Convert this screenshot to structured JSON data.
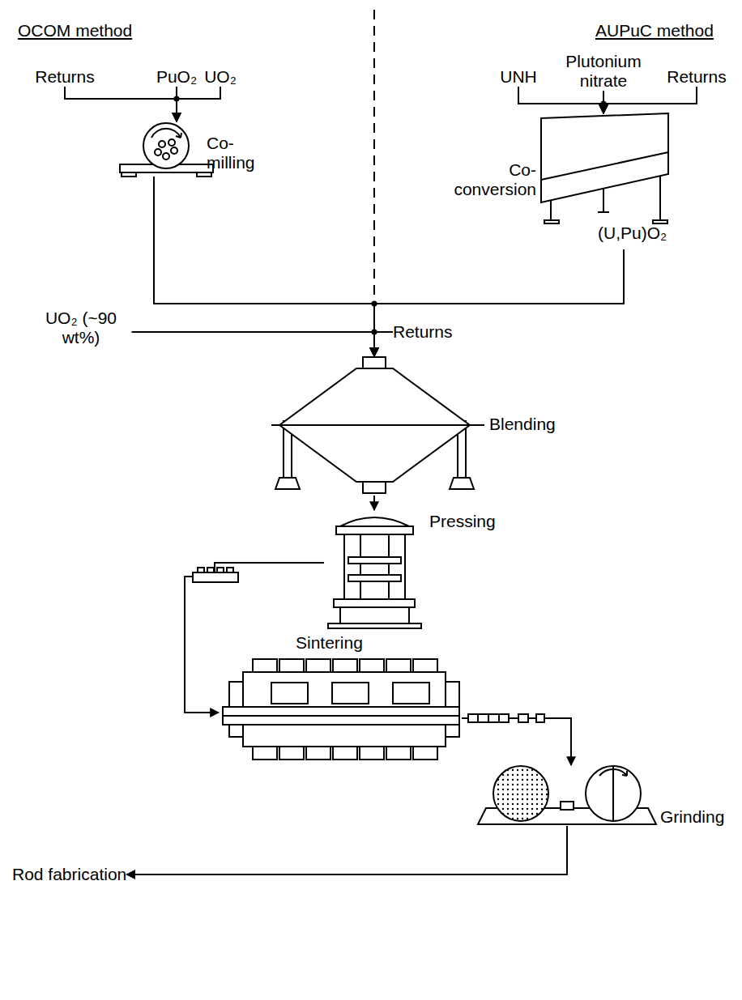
{
  "diagram": {
    "nodes": [
      {
        "text": [
          "Returns"
        ]
      },
      {
        "text": [
          "PuO₂"
        ]
      },
      {
        "text": [
          "UO₂"
        ]
      },
      {
        "text": [
          "Co-milling"
        ]
      },
      {
        "text": [
          "UNH"
        ]
      },
      {
        "text": [
          "Plutonium nitrate"
        ]
      },
      {
        "text": [
          "Returns"
        ]
      },
      {
        "text": [
          "Co-conversion",
          "(U,Pu)O₂"
        ]
      },
      {
        "text": [
          "UO₂ (~90 wt%)"
        ]
      },
      {
        "text": [
          "Returns"
        ]
      },
      {
        "text": [
          "Blending"
        ]
      },
      {
        "text": [
          "Pressing"
        ]
      },
      {
        "text": [
          "Sintering"
        ]
      },
      {
        "text": [
          "Grinding"
        ]
      },
      {
        "text": [
          "Rod fabrication"
        ]
      }
    ],
    "edges": [
      {
        "from": 0,
        "to": 3,
        "arrow": "to"
      },
      {
        "from": 1,
        "to": 3,
        "arrow": "to"
      },
      {
        "from": 2,
        "to": 3,
        "arrow": "to"
      },
      {
        "from": 4,
        "to": 7,
        "arrow": "to"
      },
      {
        "from": 5,
        "to": 7,
        "arrow": "to"
      },
      {
        "from": 6,
        "to": 7,
        "arrow": "to"
      },
      {
        "from": 3,
        "to": 10,
        "arrow": "to"
      },
      {
        "from": 7,
        "to": 10,
        "arrow": "to"
      },
      {
        "from": 8,
        "to": 10,
        "arrow": "to"
      },
      {
        "from": 9,
        "to": 10,
        "arrow": "to"
      },
      {
        "from": 10,
        "to": 11,
        "arrow": "to"
      },
      {
        "from": 11,
        "to": 12,
        "arrow": "to"
      },
      {
        "from": 12,
        "to": 13,
        "arrow": "to"
      },
      {
        "from": 13,
        "to": 14,
        "arrow": "to"
      }
    ],
    "labels": [
      "OCOM method",
      "AUPuC method"
    ]
  }
}
